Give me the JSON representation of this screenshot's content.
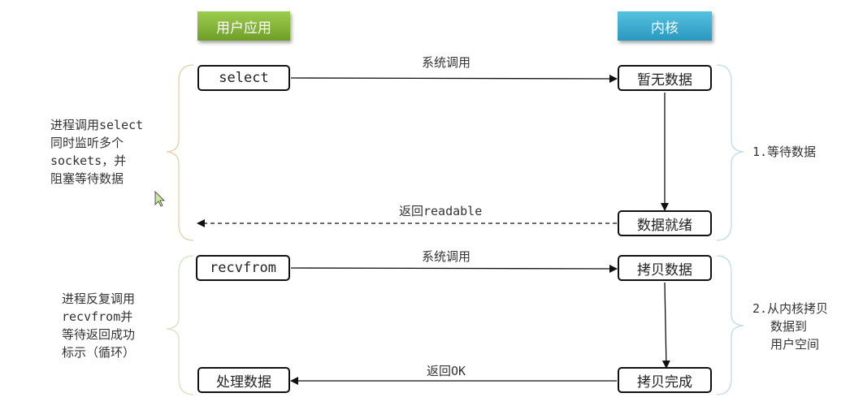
{
  "headers": {
    "user": "用户应用",
    "kernel": "内核"
  },
  "phase1": {
    "select_box": "select",
    "no_data_box": "暂无数据",
    "ready_box": "数据就绪",
    "call_label": "系统调用",
    "return_label": "返回readable",
    "left_note": [
      "进程调用select",
      "同时监听多个",
      "sockets，并",
      "阻塞等待数据"
    ],
    "right_note": "1.等待数据"
  },
  "phase2": {
    "recvfrom_box": "recvfrom",
    "copy_box": "拷贝数据",
    "copy_done_box": "拷贝完成",
    "process_box": "处理数据",
    "call_label": "系统调用",
    "return_label": "返回OK",
    "left_note": [
      "进程反复调用",
      "recvfrom并",
      "等待返回成功",
      "标示（循环）"
    ],
    "right_note": [
      "2.从内核拷贝",
      "数据到",
      "用户空间"
    ]
  }
}
